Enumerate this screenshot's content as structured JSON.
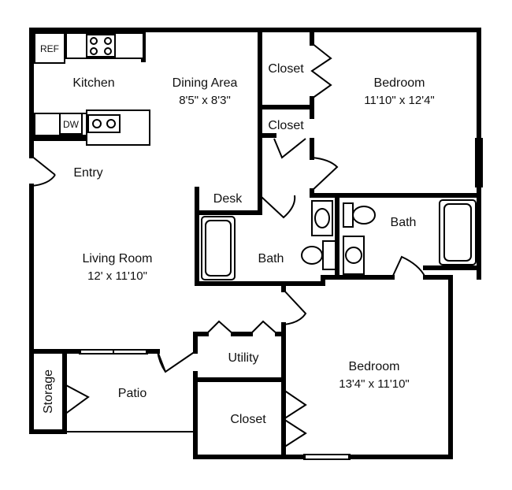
{
  "rooms": {
    "kitchen": {
      "name": "Kitchen"
    },
    "dining": {
      "name": "Dining Area",
      "size": "8'5\" x 8'3\""
    },
    "closet_upper": {
      "name": "Closet"
    },
    "closet_middle": {
      "name": "Closet"
    },
    "bedroom_top": {
      "name": "Bedroom",
      "size": "11'10\" x 12'4\""
    },
    "entry": {
      "name": "Entry"
    },
    "desk": {
      "name": "Desk"
    },
    "bath_right": {
      "name": "Bath"
    },
    "bath_center": {
      "name": "Bath"
    },
    "living": {
      "name": "Living Room",
      "size": "12' x 11'10\""
    },
    "utility": {
      "name": "Utility"
    },
    "bedroom_bottom": {
      "name": "Bedroom",
      "size": "13'4\" x 11'10\""
    },
    "storage": {
      "name": "Storage"
    },
    "patio": {
      "name": "Patio"
    },
    "closet_bottom": {
      "name": "Closet"
    }
  },
  "fixtures": {
    "refrigerator": "REF",
    "dishwasher": "DW"
  }
}
